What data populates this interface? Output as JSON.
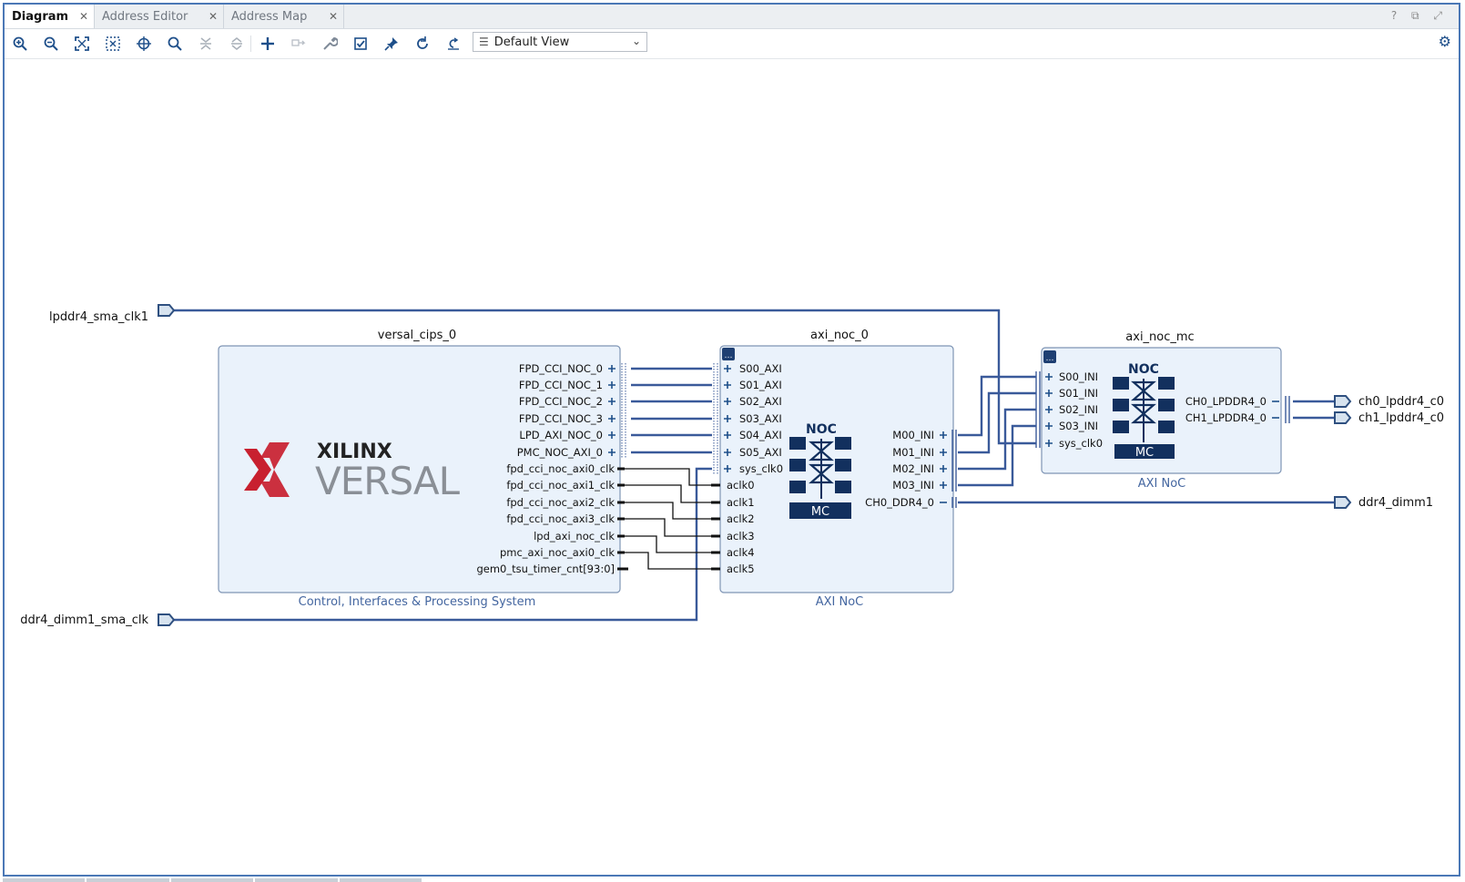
{
  "tabs": [
    {
      "label": "Diagram",
      "active": true
    },
    {
      "label": "Address Editor",
      "active": false
    },
    {
      "label": "Address Map",
      "active": false
    }
  ],
  "window_controls": "? ⧉ ⤢",
  "toolbar": {
    "icons": [
      "zoom-in-icon",
      "zoom-out-icon",
      "zoom-fit-icon",
      "zoom-selection-icon",
      "auto-connect-icon",
      "search-icon",
      "collapse-icon",
      "expand-icon",
      "add-ip-icon",
      "disabled-connect-icon",
      "properties-wrench-icon",
      "validate-icon",
      "pin-icon",
      "regenerate-layout-icon",
      "optimize-routing-icon"
    ],
    "view_select": "Default View"
  },
  "ports": {
    "lpddr4_sma_clk1": "lpddr4_sma_clk1",
    "ddr4_dimm1_sma_clk": "ddr4_dimm1_sma_clk",
    "ch0_lpddr4_c0": "ch0_lpddr4_c0",
    "ch1_lpddr4_c0": "ch1_lpddr4_c0",
    "ddr4_dimm1": "ddr4_dimm1"
  },
  "blocks": {
    "cips": {
      "name": "versal_cips_0",
      "subtitle": "Control, Interfaces & Processing System",
      "logo_top": "XILINX",
      "logo_bottom": "VERSAL",
      "ports": [
        "FPD_CCI_NOC_0",
        "FPD_CCI_NOC_1",
        "FPD_CCI_NOC_2",
        "FPD_CCI_NOC_3",
        "LPD_AXI_NOC_0",
        "PMC_NOC_AXI_0",
        "fpd_cci_noc_axi0_clk",
        "fpd_cci_noc_axi1_clk",
        "fpd_cci_noc_axi2_clk",
        "fpd_cci_noc_axi3_clk",
        "lpd_axi_noc_clk",
        "pmc_axi_noc_axi0_clk",
        "gem0_tsu_timer_cnt[93:0]"
      ]
    },
    "noc": {
      "name": "axi_noc_0",
      "subtitle": "AXI NoC",
      "left_ports": [
        "S00_AXI",
        "S01_AXI",
        "S02_AXI",
        "S03_AXI",
        "S04_AXI",
        "S05_AXI",
        "sys_clk0",
        "aclk0",
        "aclk1",
        "aclk2",
        "aclk3",
        "aclk4",
        "aclk5"
      ],
      "right_ports": [
        "M00_INI",
        "M01_INI",
        "M02_INI",
        "M03_INI",
        "CH0_DDR4_0"
      ],
      "noc_label": "NOC",
      "mc_label": "MC"
    },
    "noc_mc": {
      "name": "axi_noc_mc",
      "subtitle": "AXI NoC",
      "left_ports": [
        "S00_INI",
        "S01_INI",
        "S02_INI",
        "S03_INI",
        "sys_clk0"
      ],
      "right_ports": [
        "CH0_LPDDR4_0",
        "CH1_LPDDR4_0"
      ],
      "noc_label": "NOC",
      "mc_label": "MC"
    }
  },
  "colors": {
    "wire": "#3a5a9a",
    "block_fill": "#eaf2fb",
    "block_border": "#7f95b5",
    "subtitle": "#4466a0",
    "noc_dark": "#12305e",
    "xilinx_red": "#c8202f"
  }
}
